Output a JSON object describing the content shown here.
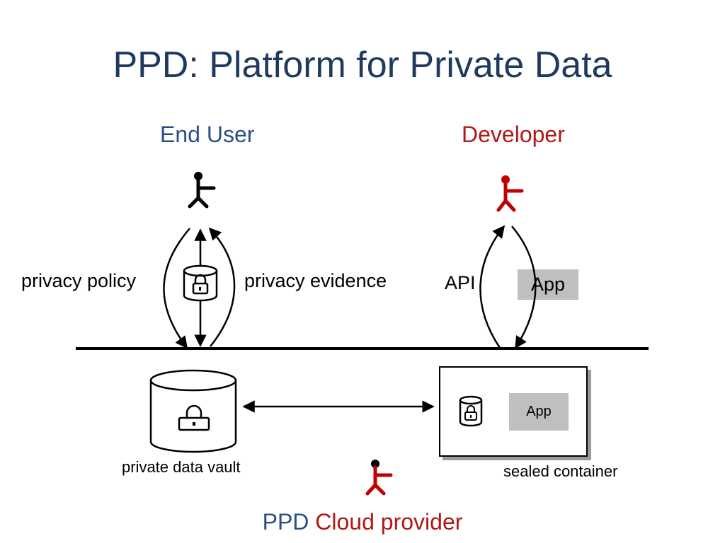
{
  "title": "PPD:  Platform for Private Data",
  "roles": {
    "end_user": "End User",
    "developer": "Developer",
    "cloud_provider_prefix": "PPD",
    "cloud_provider_name": "Cloud provider"
  },
  "edges": {
    "privacy_policy": "privacy policy",
    "privacy_evidence": "privacy evidence",
    "api": "API"
  },
  "nodes": {
    "app_top": "App",
    "app_inner": "App",
    "vault_label": "private data vault",
    "container_label": "sealed container"
  },
  "colors": {
    "title": "#1f3a5f",
    "end_user": "#2b4f82",
    "developer": "#b01717",
    "app_box": "#bfbfbf"
  },
  "icons": [
    "person-icon",
    "lock-icon",
    "database-icon"
  ]
}
